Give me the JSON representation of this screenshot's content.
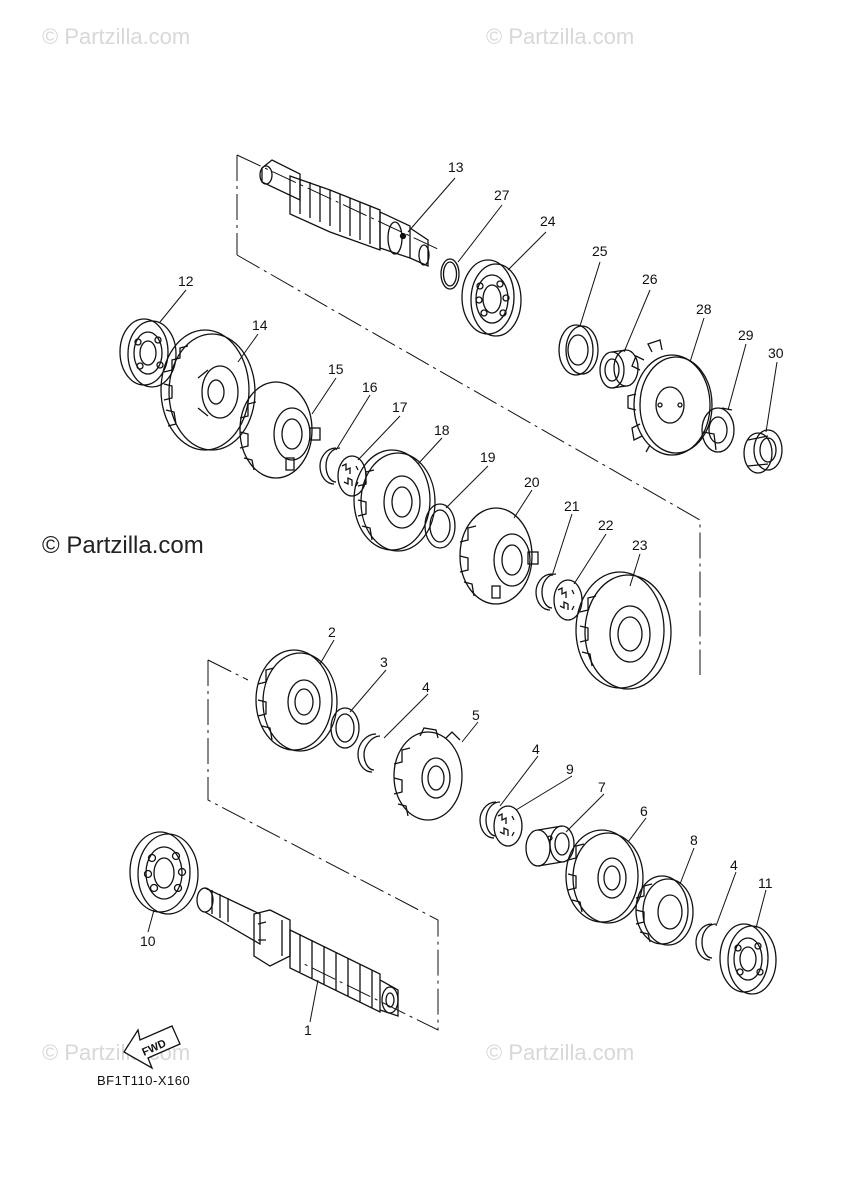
{
  "watermarks": {
    "top_left": "© Partzilla.com",
    "top_right": "© Partzilla.com",
    "middle": "© Partzilla.com",
    "bottom_left": "© Partzilla.com",
    "bottom_right": "© Partzilla.com"
  },
  "diagram_code": "BF1T110-X160",
  "fwd_label": "FWD",
  "part_labels": [
    "1",
    "2",
    "3",
    "4",
    "4",
    "4",
    "4",
    "5",
    "6",
    "7",
    "8",
    "9",
    "10",
    "11",
    "12",
    "13",
    "14",
    "15",
    "16",
    "17",
    "18",
    "19",
    "20",
    "21",
    "22",
    "23",
    "24",
    "25",
    "26",
    "27",
    "28",
    "29",
    "30"
  ]
}
